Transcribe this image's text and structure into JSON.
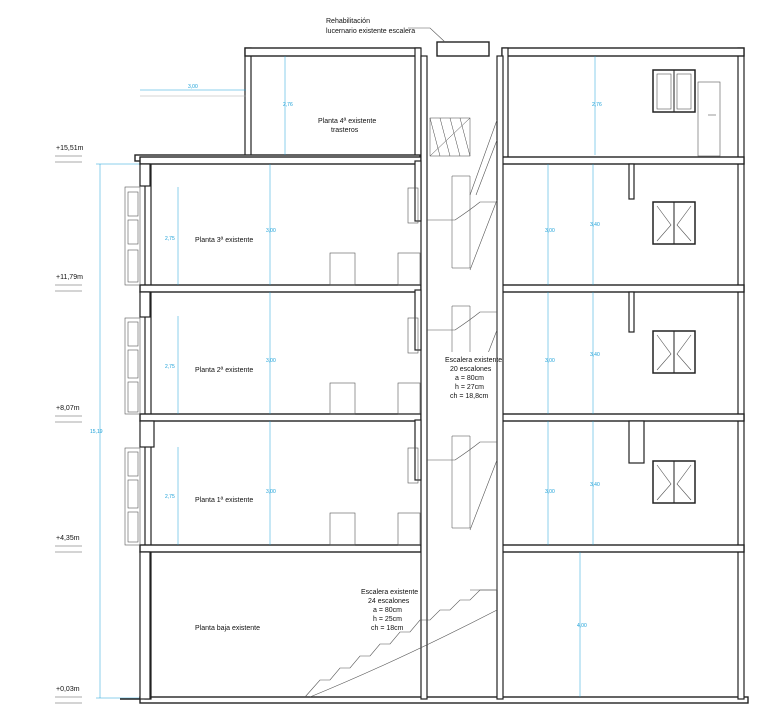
{
  "callout": {
    "line1": "Rehabilitación",
    "line2": "lucernario existente escalera"
  },
  "levels": [
    {
      "label": "+15,51m"
    },
    {
      "label": "+11,79m"
    },
    {
      "label": "+8,07m"
    },
    {
      "label": "+4,35m"
    },
    {
      "label": "+0,03m"
    }
  ],
  "total_height": "15,19",
  "rooms": {
    "p4": {
      "line1": "Planta 4ª existente",
      "line2": "trasteros"
    },
    "p3": "Planta 3ª existente",
    "p2": "Planta 2ª existente",
    "p1": "Planta 1ª existente",
    "pb": "Planta baja existente"
  },
  "stair_upper": {
    "line1": "Escalera existente",
    "line2": "20 escalones",
    "line3": "a = 80cm",
    "line4": "h = 27cm",
    "line5": "ch = 18,8cm"
  },
  "stair_lower": {
    "line1": "Escalera existente",
    "line2": "24 escalones",
    "line3": "a = 80cm",
    "line4": "h = 25cm",
    "line5": "ch = 18cm"
  },
  "dims": {
    "terrace_width": "3,00",
    "p4_left": "2,76",
    "p4_right": "2,76",
    "left_275": "2,75",
    "left_300": "3,00",
    "right_300": "3,00",
    "right_340": "3,40",
    "pb_right": "4,00"
  }
}
